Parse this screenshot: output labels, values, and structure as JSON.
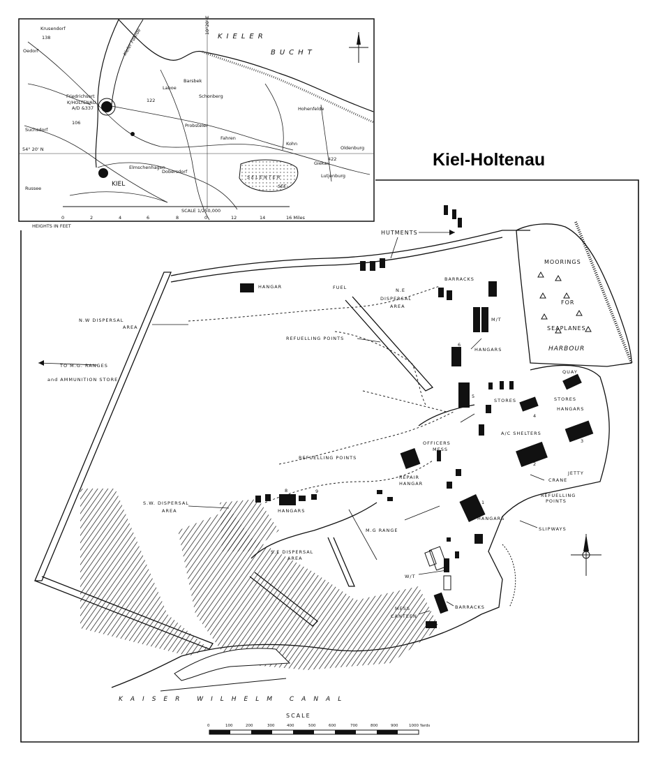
{
  "title": "Kiel-Holtenau",
  "inset": {
    "sea_labels": [
      "KIELER",
      "BUCHT"
    ],
    "water_labels": [
      "Kieler Fohrde",
      "SELENTER",
      "SEE"
    ],
    "place_labels": [
      "Krusendorf",
      "Oedorf",
      "Friedrichsort",
      "K/HOLTENAU",
      "A/D &337",
      "Suchsdorf",
      "KIEL",
      "Elmschenhagen",
      "Laboe",
      "Barsbek",
      "Schonberg",
      "Probsteier",
      "Fahren",
      "Hohenfelde",
      "Kohn",
      "Giekau",
      "Lutjenburg",
      "Oldenburg",
      "Dobersdorf",
      "Russee"
    ],
    "heights": [
      "138",
      "122",
      "106",
      "422"
    ],
    "lat_label": "54° 20' N",
    "lon_label": "10°20' E",
    "scale_text": "SCALE 1/250,000",
    "scale_ticks": [
      "0",
      "2",
      "4",
      "6",
      "8",
      "0",
      "12",
      "14",
      "16 Miles"
    ],
    "heights_note": "HEIGHTS IN FEET"
  },
  "labels": {
    "hutments": "HUTMENTS",
    "moorings": "MOORINGS",
    "for": "FOR",
    "seaplanes": "SEAPLANES",
    "harbour": "HARBOUR",
    "hangar_north": "HANGAR",
    "fuel": "FUEL",
    "ne_dispersal_1": "N.E",
    "ne_dispersal_2": "DISPERSAL",
    "ne_dispersal_3": "AREA",
    "barracks_north": "BARRACKS",
    "mt": "M/T",
    "nw_dispersal_1": "N.W DISPERSAL",
    "nw_dispersal_2": "AREA",
    "refuelling_north": "REFUELLING POINTS",
    "hangars_mid": "HANGARS",
    "to_mg_1": "TO M.G. RANGES",
    "to_mg_2": "and AMMUNITION STORE",
    "quay": "QUAY",
    "stores_1": "STORES",
    "stores_2": "STORES",
    "hangars_east": "HANGARS",
    "ac_shelters": "A/C SHELTERS",
    "officers_1": "OFFICERS",
    "officers_2": "MESS",
    "refuelling_west": "REFUELLING POINTS",
    "repair_1": "REPAIR",
    "repair_2": "HANGAR",
    "jetty": "JETTY",
    "crane": "CRANE",
    "refuelling_east_1": "REFUELLING",
    "refuelling_east_2": "POINTS",
    "sw_dispersal_1": "S.W. DISPERSAL",
    "sw_dispersal_2": "AREA",
    "hangars_sw": "HANGARS",
    "hangars_south": "HANGARS",
    "slipways": "SLIPWAYS",
    "mg_range": "M.G RANGE",
    "se_dispersal_1": "S.E DISPERSAL",
    "se_dispersal_2": "AREA",
    "wt": "W/T",
    "barracks_south": "BARRACKS",
    "mess_1": "MESS",
    "mess_2": "CANTEEN",
    "canal": "KAISER WILHELM CANAL"
  },
  "numbers": [
    "6",
    "5",
    "4",
    "3",
    "2",
    "1",
    "7",
    "8",
    "9"
  ],
  "scale": {
    "title": "SCALE",
    "ticks": [
      "0",
      "100",
      "200",
      "300",
      "400",
      "500",
      "600",
      "700",
      "800",
      "900",
      "1000 Yards"
    ]
  },
  "colors": {
    "ink": "#111111",
    "paper": "#ffffff"
  }
}
